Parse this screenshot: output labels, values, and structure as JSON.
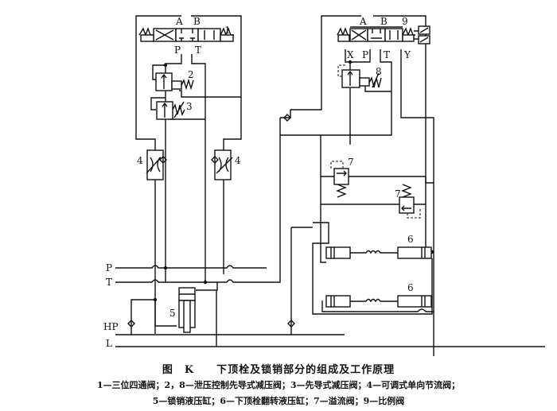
{
  "figure": {
    "label": "图",
    "id": "K",
    "title": "下顶栓及锁销部分的组成及工作原理",
    "legend_line1": "1—三位四通阀；2，8—泄压控制先导式减压阀；3—先导式减压阀；4—可调式单向节流阀；",
    "legend_line2": "5—锁销液压缸；6—下顶栓翻转液压缸；7—溢流阀；9—比例阀"
  },
  "ports": {
    "A": "A",
    "B": "B",
    "P": "P",
    "T": "T",
    "X": "X",
    "Y": "Y"
  },
  "lines": {
    "P": "P",
    "T": "T",
    "HP": "HP",
    "L": "L"
  },
  "components": [
    {
      "num": "1",
      "name": "三位四通阀"
    },
    {
      "num": "2",
      "name": "泄压控制先导式减压阀"
    },
    {
      "num": "3",
      "name": "先导式减压阀"
    },
    {
      "num": "4",
      "name": "可调式单向节流阀"
    },
    {
      "num": "5",
      "name": "锁销液压缸"
    },
    {
      "num": "6",
      "name": "下顶栓翻转液压缸"
    },
    {
      "num": "7",
      "name": "溢流阀"
    },
    {
      "num": "8",
      "name": "泄压控制先导式减压阀"
    },
    {
      "num": "9",
      "name": "比例阀"
    }
  ]
}
